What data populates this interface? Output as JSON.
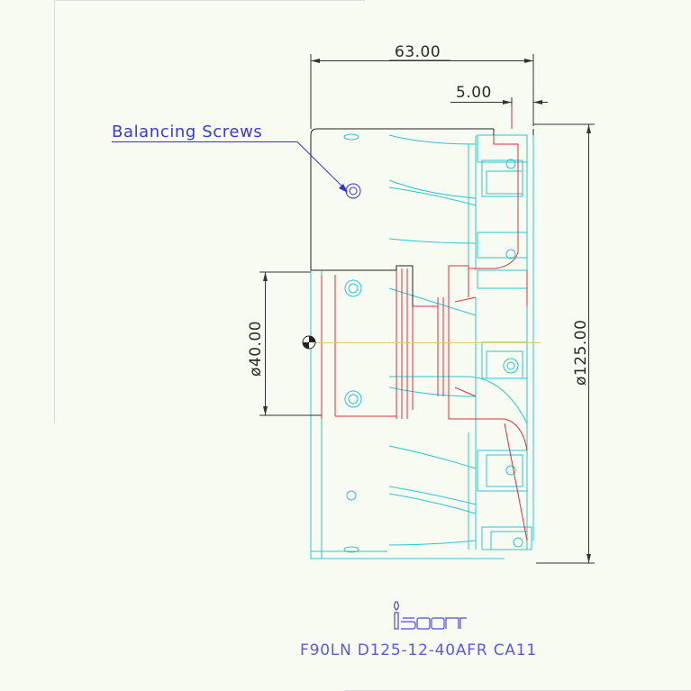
{
  "drawing": {
    "dimensions": {
      "width_overall": "63.00",
      "insert_offset": "5.00",
      "bore_diameter": "ø40.00",
      "cutter_diameter": "ø125.00"
    },
    "callout": {
      "label": "Balancing Screws"
    },
    "brand": {
      "logo_text": "iscar"
    },
    "model": {
      "designation": "F90LN D125-12-40AFR CA11"
    },
    "colors": {
      "background": "#f7fbf2",
      "body_outline": "#29c7cf",
      "section_lines": "#d8323a",
      "callout": "#3a3ad8",
      "center_line": "#e0d24a"
    }
  }
}
